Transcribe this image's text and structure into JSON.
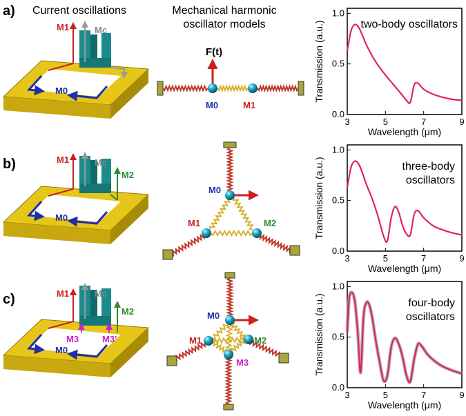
{
  "panel_letters": [
    "a)",
    "b)",
    "c)"
  ],
  "col_titles": {
    "left": "Current oscillations",
    "middle_line1": "Mechanical harmonic",
    "middle_line2": "oscillator models"
  },
  "force_label": "F(t)",
  "current_labels": {
    "M0": "M0",
    "M1": "M1",
    "M2": "M2",
    "M3": "M3",
    "M3p": "M3’",
    "Mc": "Mc"
  },
  "mass_labels": {
    "M0": "M0",
    "M1": "M1",
    "M2": "M2",
    "M3": "M3"
  },
  "colors": {
    "gold": "#e6c619",
    "teal": "#1a8c8c",
    "red": "#cc1f1f",
    "blue": "#1f2fa8",
    "green": "#2e8b2e",
    "magenta": "#cc22cc",
    "gray": "#999999",
    "curve": "#e0206a",
    "sphere": "#1aa8c8",
    "spring_red": "#c0392b",
    "spring_gold": "#d8b030",
    "wall": "#a7a63a"
  },
  "chart_data": [
    {
      "type": "line",
      "annotation": "two-body oscillators",
      "xlabel": "Wavelength (μm)",
      "ylabel": "Transmission (a.u.)",
      "xlim": [
        3,
        9
      ],
      "ylim": [
        0,
        1.05
      ],
      "xticks": [
        "3",
        "5",
        "7",
        "9"
      ],
      "yticks": [
        "0.0",
        "0.5",
        "1.0"
      ],
      "series": [
        {
          "x": [
            3.0,
            3.2,
            3.4,
            3.6,
            3.8,
            4.0,
            4.3,
            4.6,
            5.0,
            5.4,
            5.8,
            6.1,
            6.3,
            6.5,
            6.7,
            7.0,
            7.5,
            8.0,
            8.5,
            9.0
          ],
          "y": [
            0.63,
            0.83,
            0.89,
            0.86,
            0.78,
            0.69,
            0.58,
            0.49,
            0.39,
            0.3,
            0.21,
            0.14,
            0.12,
            0.29,
            0.31,
            0.25,
            0.2,
            0.17,
            0.15,
            0.14
          ]
        }
      ]
    },
    {
      "type": "line",
      "annotation_line1": "three-body",
      "annotation_line2": "oscillators",
      "xlabel": "Wavelength (μm)",
      "ylabel": "Transmission (a.u.)",
      "xlim": [
        3,
        9
      ],
      "ylim": [
        0,
        1.05
      ],
      "xticks": [
        "3",
        "5",
        "7",
        "9"
      ],
      "yticks": [
        "0.0",
        "0.5",
        "1.0"
      ],
      "series": [
        {
          "x": [
            3.0,
            3.2,
            3.4,
            3.6,
            3.8,
            4.0,
            4.3,
            4.6,
            4.9,
            5.1,
            5.3,
            5.5,
            5.7,
            5.9,
            6.1,
            6.3,
            6.5,
            6.7,
            7.0,
            7.5,
            8.0,
            8.5,
            9.0
          ],
          "y": [
            0.63,
            0.83,
            0.89,
            0.86,
            0.77,
            0.66,
            0.52,
            0.35,
            0.15,
            0.1,
            0.33,
            0.44,
            0.38,
            0.25,
            0.17,
            0.16,
            0.36,
            0.4,
            0.33,
            0.25,
            0.21,
            0.18,
            0.16
          ]
        }
      ]
    },
    {
      "type": "line",
      "annotation_line1": "four-body",
      "annotation_line2": "oscillators",
      "xlabel": "Wavelength (μm)",
      "ylabel": "Transmission (a.u.)",
      "xlim": [
        3,
        9
      ],
      "ylim": [
        0,
        1.05
      ],
      "xticks": [
        "3",
        "5",
        "7",
        "9"
      ],
      "yticks": [
        "0.0",
        "0.5",
        "1.0"
      ],
      "series": [
        {
          "x": [
            3.0,
            3.1,
            3.25,
            3.4,
            3.55,
            3.7,
            3.85,
            4.0,
            4.15,
            4.3,
            4.5,
            4.7,
            4.9,
            5.1,
            5.3,
            5.5,
            5.7,
            5.9,
            6.1,
            6.3,
            6.5,
            6.7,
            6.9,
            7.2,
            7.6,
            8.0,
            8.5,
            9.0
          ],
          "y": [
            0.55,
            0.88,
            0.94,
            0.85,
            0.55,
            0.15,
            0.7,
            0.84,
            0.82,
            0.7,
            0.46,
            0.25,
            0.07,
            0.12,
            0.4,
            0.49,
            0.43,
            0.3,
            0.12,
            0.06,
            0.28,
            0.43,
            0.41,
            0.33,
            0.26,
            0.21,
            0.17,
            0.14
          ]
        }
      ]
    }
  ]
}
